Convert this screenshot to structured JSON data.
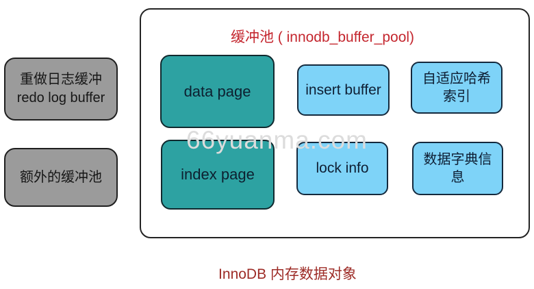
{
  "pool": {
    "title": "缓冲池 ( innodb_buffer_pool)",
    "boxes": {
      "data_page": "data page",
      "index_page": "index page",
      "insert_buffer": "insert buffer",
      "lock_info": "lock info",
      "adaptive_hash": {
        "line1": "自适应哈希",
        "line2": "索引"
      },
      "data_dictionary": {
        "line1": "数据字典信",
        "line2": "息"
      }
    }
  },
  "left_column": {
    "redo_log": {
      "line1": "重做日志缓冲",
      "line2": "redo log buffer"
    },
    "extra_pool": "额外的缓冲池"
  },
  "watermark": "66yuanma.com",
  "caption": "InnoDB 内存数据对象",
  "colors": {
    "teal_box": "#2da2a2",
    "light_blue_box": "#7ed3f8",
    "gray_box": "#9b9b9b",
    "title_red": "#c4262e",
    "caption_red": "#9d2b26",
    "watermark_gray": "#dcdcdc",
    "box_border_dark": "#1f1f1f"
  }
}
